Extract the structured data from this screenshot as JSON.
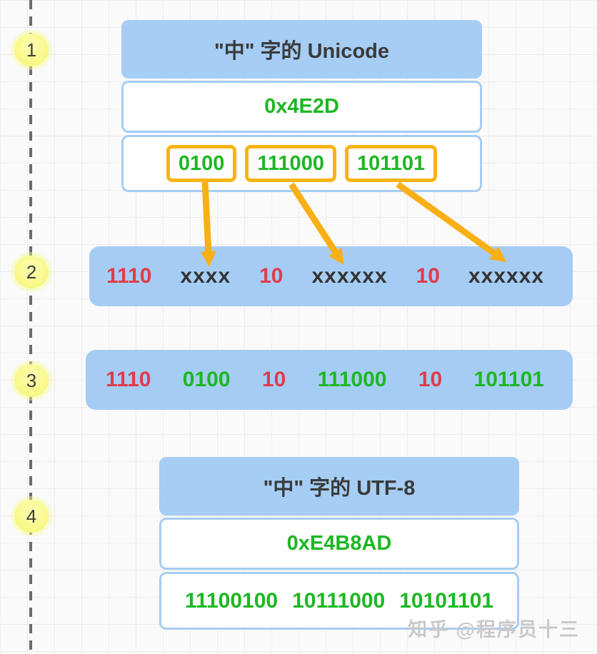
{
  "palette": {
    "box_blue": "#a6cdf4",
    "bar_blue": "#a5cdf4",
    "green": "#1db723",
    "red": "#e23b4b",
    "dark": "#333333",
    "orange_border": "#f7b415",
    "arrow_orange": "#f9b017",
    "badge_yellow": "#f8f884",
    "watermark_gray": "#c9c9c9"
  },
  "steps": [
    {
      "label": "1"
    },
    {
      "label": "2"
    },
    {
      "label": "3"
    },
    {
      "label": "4"
    }
  ],
  "unicode_box": {
    "title": "\"中\" 字的 Unicode",
    "hex": "0x4E2D",
    "bits": [
      "0100",
      "111000",
      "101101"
    ]
  },
  "template_row": {
    "items": [
      {
        "text": "1110",
        "color": "#e23b4b"
      },
      {
        "text": "xxxx",
        "color": "#333333"
      },
      {
        "text": "10",
        "color": "#e23b4b"
      },
      {
        "text": "xxxxxx",
        "color": "#333333"
      },
      {
        "text": "10",
        "color": "#e23b4b"
      },
      {
        "text": "xxxxxx",
        "color": "#333333"
      }
    ]
  },
  "filled_row": {
    "items": [
      {
        "text": "1110",
        "color": "#e23b4b"
      },
      {
        "text": "0100",
        "color": "#1db723"
      },
      {
        "text": "10",
        "color": "#e23b4b"
      },
      {
        "text": "111000",
        "color": "#1db723"
      },
      {
        "text": "10",
        "color": "#e23b4b"
      },
      {
        "text": "101101",
        "color": "#1db723"
      }
    ]
  },
  "utf8_box": {
    "title": "\"中\" 字的 UTF-8",
    "hex": "0xE4B8AD",
    "bytes": [
      "11100100",
      "10111000",
      "10101101"
    ]
  },
  "watermark": "知乎 @程序员十三"
}
